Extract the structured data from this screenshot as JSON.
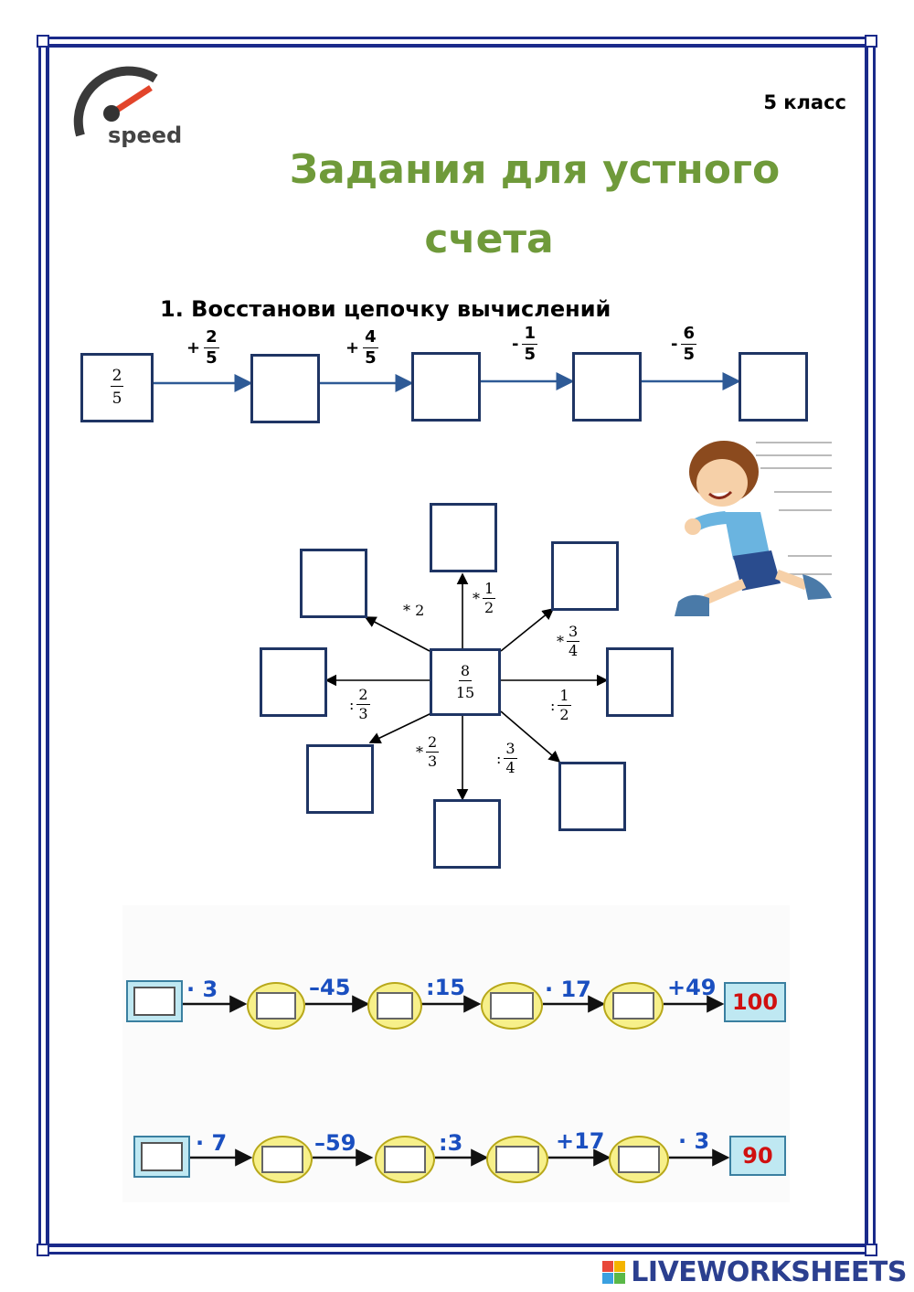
{
  "header": {
    "grade": "5 класс",
    "logo_text": "speed",
    "title_line1": "Задания для устного",
    "title_line2": "счета"
  },
  "task1": {
    "heading": "1. Восстанови цепочку вычислений",
    "start": {
      "n": "2",
      "d": "5"
    },
    "ops": [
      {
        "sign": "+",
        "n": "2",
        "d": "5"
      },
      {
        "sign": "+",
        "n": "4",
        "d": "5"
      },
      {
        "sign": "-",
        "n": "1",
        "d": "5"
      },
      {
        "sign": "-",
        "n": "6",
        "d": "5"
      }
    ]
  },
  "star": {
    "center": {
      "n": "8",
      "d": "15"
    },
    "ops": {
      "up": {
        "sign": "*",
        "n": "1",
        "d": "2"
      },
      "upleft": {
        "sign": "* 2"
      },
      "upright": {
        "sign": "*",
        "n": "3",
        "d": "4"
      },
      "left": {
        "sign": ":",
        "n": "2",
        "d": "3"
      },
      "right": {
        "sign": ":",
        "n": "1",
        "d": "2"
      },
      "downleft": {
        "sign": "*",
        "n": "2",
        "d": "3"
      },
      "downright": {
        "sign": ":",
        "n": "3",
        "d": "4"
      }
    }
  },
  "chain1": {
    "ops": [
      "· 3",
      "–45",
      ":15",
      "· 17",
      "+49"
    ],
    "result": "100"
  },
  "chain2": {
    "ops": [
      "· 7",
      "–59",
      ":3",
      "+17",
      "· 3"
    ],
    "result": "90"
  },
  "footer": {
    "brand": "LIVEWORKSHEETS"
  },
  "colors": {
    "frame": "#1a2a8a",
    "title": "#6f9a3a",
    "box_border": "#1f3564",
    "chain_op": "#1a4fc0",
    "result": "#d01010"
  }
}
